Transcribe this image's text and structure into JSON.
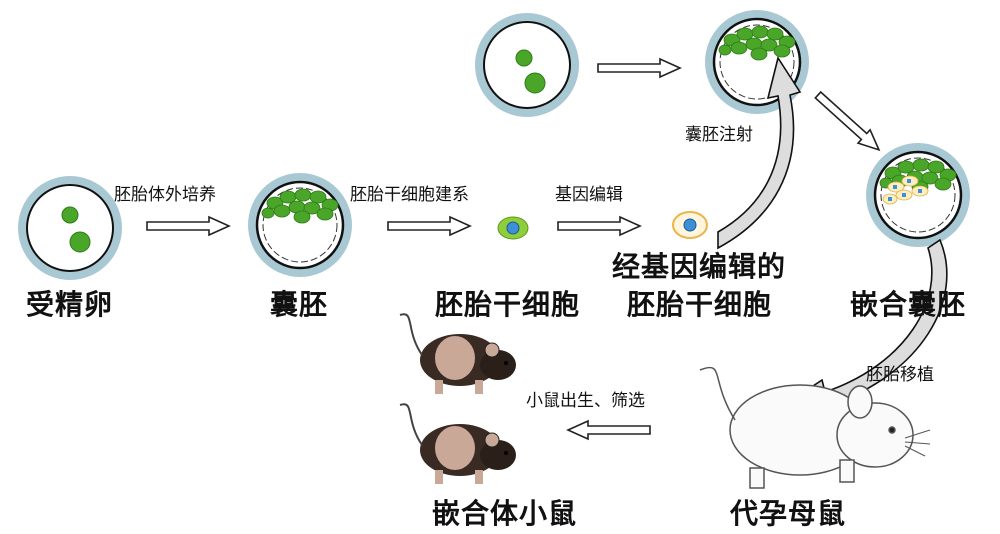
{
  "stages": {
    "fertilized_egg": "受精卵",
    "blastocyst": "囊胚",
    "es_cell": "胚胎干细胞",
    "edited_es_cell_line1": "经基因编辑的",
    "edited_es_cell_line2": "胚胎干细胞",
    "chimeric_blastocyst": "嵌合囊胚",
    "surrogate_mouse": "代孕母鼠",
    "chimeric_mouse": "嵌合体小鼠"
  },
  "steps": {
    "in_vitro_culture": "胚胎体外培养",
    "es_line_establishment": "胚胎干细胞建系",
    "gene_editing": "基因编辑",
    "blastocyst_injection": "囊胚注射",
    "embryo_transfer": "胚胎移植",
    "birth_screening": "小鼠出生、筛选"
  },
  "colors": {
    "zona_ring": "#a8c8d4",
    "inner_cell_mass": "#4aa628",
    "es_cell": "#8fce3a",
    "edited_cell": "#f0b24a",
    "nucleus": "#3d8fd6"
  }
}
